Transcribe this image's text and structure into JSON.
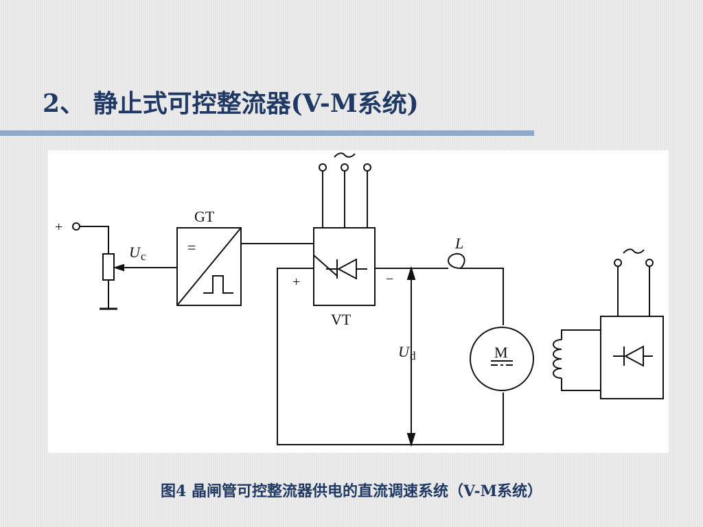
{
  "slide": {
    "title": "2、 静止式可控整流器(V-M系统)",
    "caption": "图4 晶闸管可控整流器供电的直流调速系统（V-M系统）"
  },
  "diagram": {
    "plus_input": "+",
    "uc_label_main": "U",
    "uc_label_sub": "c",
    "gt_label": "GT",
    "gt_equal": "=",
    "vt_label": "VT",
    "plus_vt": "+",
    "minus_vt": "−",
    "inductor_label": "L",
    "ud_label_main": "U",
    "ud_label_sub": "d",
    "motor_label": "M",
    "ac_symbol": "~",
    "ac_symbol_right": "~"
  },
  "colors": {
    "title": "#1f3864",
    "rule": "#8eaacb",
    "background": "#e6e6e6",
    "line": "#111111"
  }
}
